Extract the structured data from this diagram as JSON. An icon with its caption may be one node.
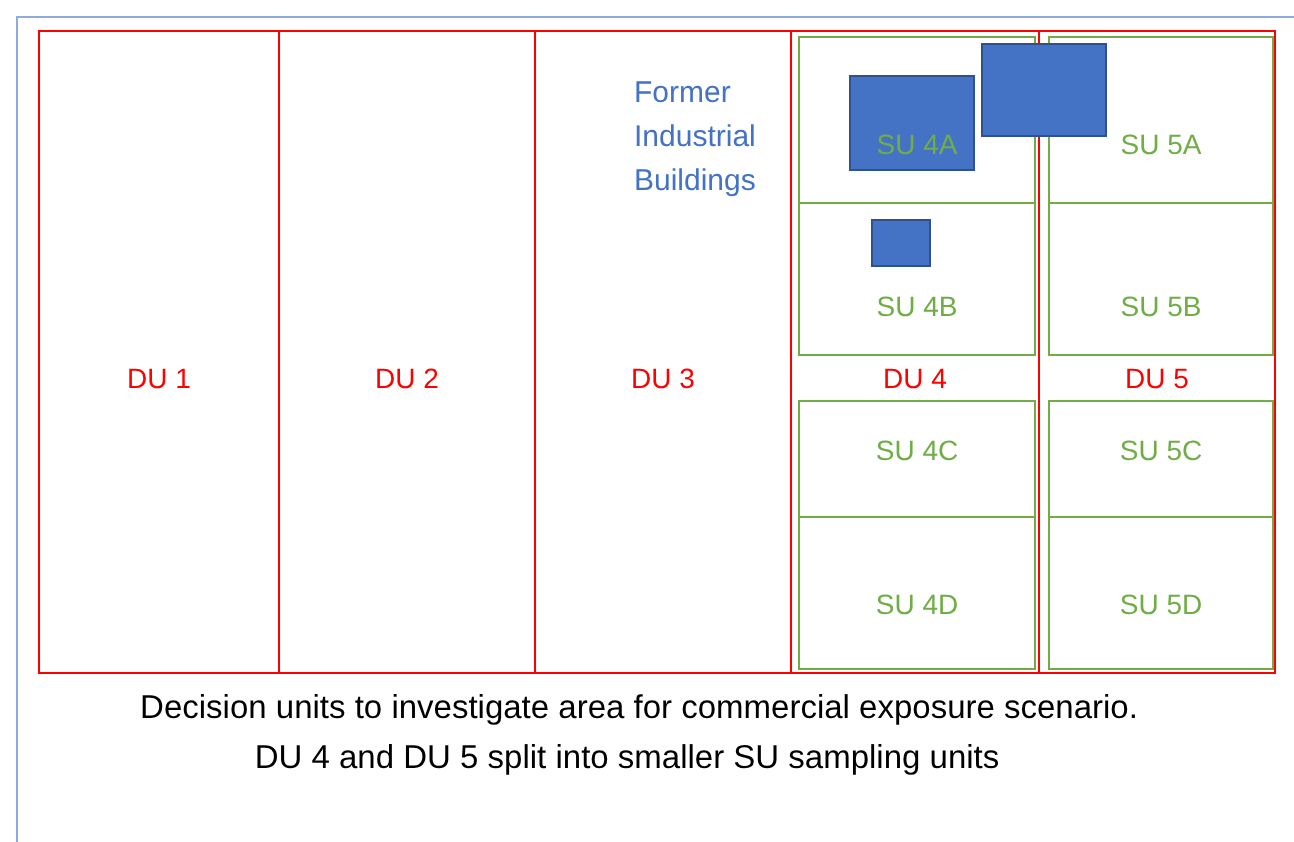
{
  "diagram": {
    "nodes": [
      {
        "text": [
          "DU 1"
        ]
      },
      {
        "text": [
          "DU 2"
        ]
      },
      {
        "text": [
          "DU 3"
        ]
      },
      {
        "text": [
          "DU 4"
        ]
      },
      {
        "text": [
          "DU 5"
        ]
      },
      {
        "text": [
          "SU 4A"
        ],
        "in": 3
      },
      {
        "text": [
          "SU 4B"
        ],
        "in": 3
      },
      {
        "text": [
          "SU 4C"
        ],
        "in": 3
      },
      {
        "text": [
          "SU 4D"
        ],
        "in": 3
      },
      {
        "text": [
          "SU 5A"
        ],
        "in": 4
      },
      {
        "text": [
          "SU 5B"
        ],
        "in": 4
      },
      {
        "text": [
          "SU 5C"
        ],
        "in": 4
      },
      {
        "text": [
          "SU 5D"
        ],
        "in": 4
      }
    ],
    "edges": [],
    "labels": [
      "Former Industrial Buildings",
      "Decision units to investigate area for commercial exposure scenario.",
      "DU 4 and DU 5 split into smaller SU sampling units"
    ]
  }
}
